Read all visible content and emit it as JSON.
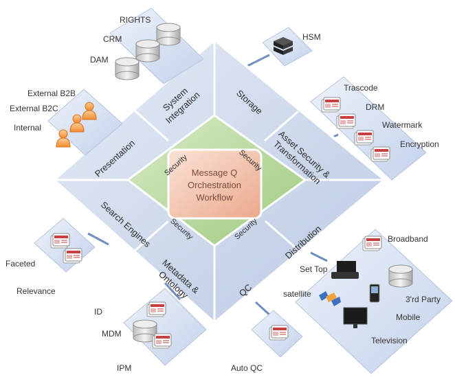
{
  "core": {
    "line1": "Message Q",
    "line2": "Orchestration",
    "line3": "Workflow"
  },
  "security": {
    "top_left": "Security",
    "top_right": "Security",
    "bottom_left": "Security",
    "bottom_right": "Security"
  },
  "segments": {
    "system_integration": [
      "System",
      "Integration"
    ],
    "storage": "Storage",
    "asset_security": [
      "Asset Security &",
      "Transformation"
    ],
    "distribution": "Distribution",
    "qc": "QC",
    "metadata": [
      "Metadata &",
      "Ontology"
    ],
    "search_engines": "Search Engines",
    "presentation": "Presentation"
  },
  "callouts": {
    "system_integration": [
      "RIGHTS",
      "CRM",
      "DAM"
    ],
    "storage": [
      "HSM"
    ],
    "asset_security": [
      "Trascode",
      "DRM",
      "Watermark",
      "Encryption"
    ],
    "distribution": [
      "Broadband",
      "Set Top",
      "3'rd Party",
      "satellite",
      "Mobile",
      "Television"
    ],
    "qc": [
      "Auto QC"
    ],
    "metadata": [
      "ID",
      "MDM",
      "IPM"
    ],
    "search_engines": [
      "Faceted",
      "Relevance"
    ],
    "presentation": [
      "External B2B",
      "External B2C",
      "Internal"
    ]
  },
  "colors": {
    "outer_fill": "#c9d6ea",
    "outer_border": "#ffffff",
    "green_ring": "#a9cf8a",
    "core_fill": "#f3c3ad",
    "connector": "#6f8fbd"
  }
}
